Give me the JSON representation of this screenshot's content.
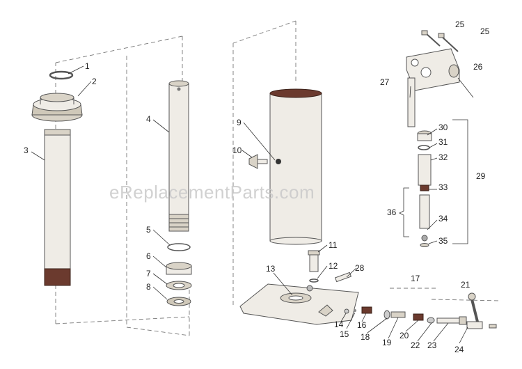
{
  "watermark": "eReplacementParts.com",
  "colors": {
    "part_fill": "#efece6",
    "part_shade": "#d9d3c7",
    "outline": "#555555",
    "dark_band": "#6b3a2e",
    "text": "#222222"
  },
  "callouts": {
    "n1": "1",
    "n2": "2",
    "n3": "3",
    "n4": "4",
    "n5": "5",
    "n6": "6",
    "n7": "7",
    "n8": "8",
    "n9": "9",
    "n10": "10",
    "n11": "11",
    "n12": "12",
    "n13": "13",
    "n14": "14",
    "n15": "15",
    "n16": "16",
    "n17": "17",
    "n18": "18",
    "n19": "19",
    "n20": "20",
    "n21": "21",
    "n22": "22",
    "n23": "23",
    "n24": "24",
    "n25a": "25",
    "n25b": "25",
    "n26": "26",
    "n27": "27",
    "n28": "28",
    "n29": "29",
    "n30": "30",
    "n31": "31",
    "n32": "32",
    "n33": "33",
    "n34": "34",
    "n35": "35",
    "n36": "36"
  }
}
